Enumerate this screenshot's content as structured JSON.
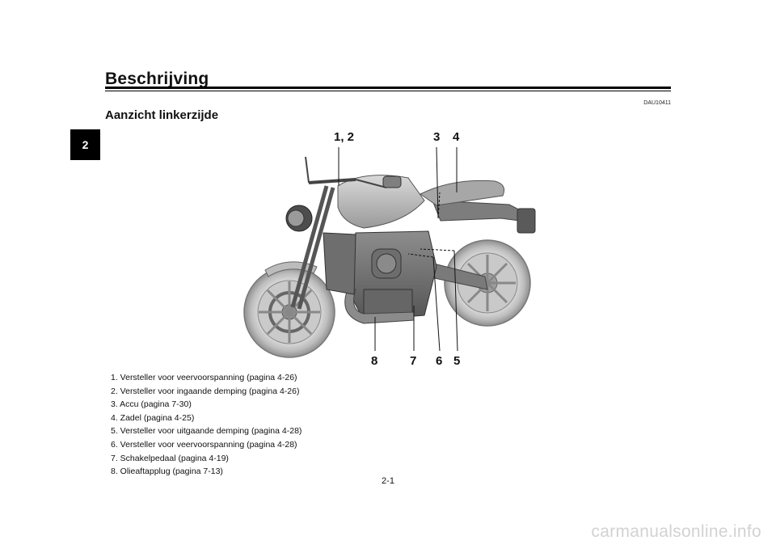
{
  "chapter_tab": "2",
  "page_title": "Beschrijving",
  "doc_code": "DAU10411",
  "section_title": "Aanzicht linkerzijde",
  "figure": {
    "image": "motorcycle-left-side-view",
    "callouts": [
      "1, 2",
      "3",
      "4",
      "8",
      "7",
      "6",
      "5"
    ]
  },
  "legend": [
    "1.  Versteller voor veervoorspanning (pagina 4-26)",
    "2.  Versteller voor ingaande demping (pagina 4-26)",
    "3.  Accu (pagina 7-30)",
    "4.  Zadel (pagina 4-25)",
    "5.  Versteller voor uitgaande demping (pagina 4-28)",
    "6.  Versteller voor veervoorspanning (pagina 4-28)",
    "7.  Schakelpedaal (pagina 4-19)",
    "8.  Olieaftapplug (pagina 7-13)"
  ],
  "page_number": "2-1",
  "watermark": "carmanualsonline.info"
}
